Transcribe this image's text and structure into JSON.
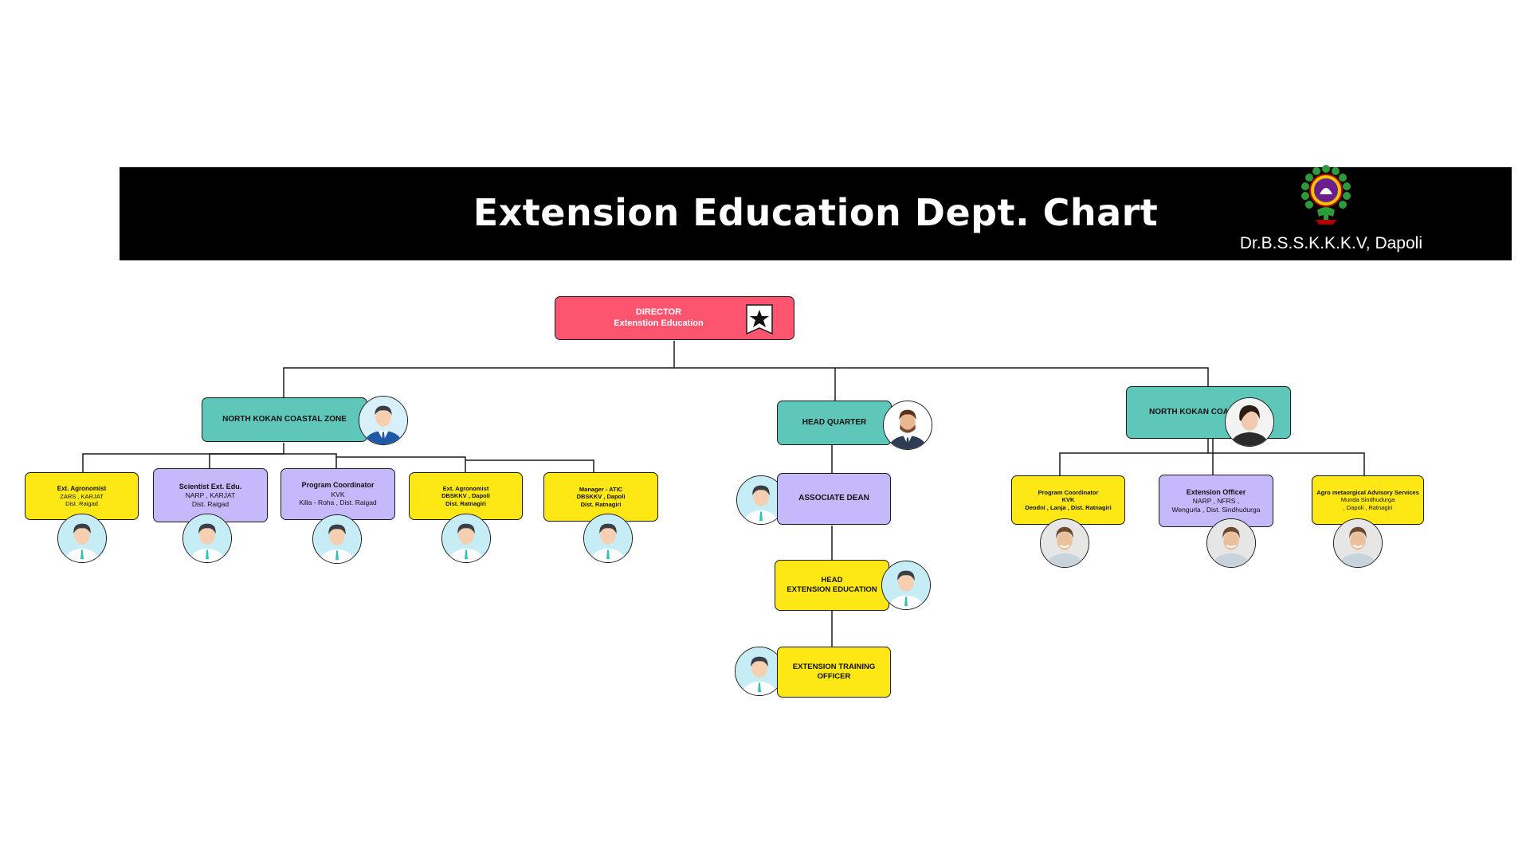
{
  "header": {
    "title": "Extension Education Dept. Chart",
    "subtitle": "Dr.B.S.S.K.K.K.V, Dapoli"
  },
  "colors": {
    "banner": "#000000",
    "director": "#fd5570",
    "zone": "#5ec7b9",
    "officer_yellow": "#fde815",
    "officer_purple": "#c5b8fb"
  },
  "director": {
    "title": "DIRECTOR",
    "dept": "Extenstion Education",
    "icon": "star-icon"
  },
  "left_zone": {
    "label": "NORTH KOKAN COASTAL ZONE",
    "members": [
      {
        "line1": "Ext. Agronomist",
        "line2": "ZARS , KARJAT",
        "line3": "Dist. Raigad"
      },
      {
        "line1": "Scientist Ext. Edu.",
        "line2": "NARP , KARJAT",
        "line3": "Dist. Raigad"
      },
      {
        "line1": "Program Coordinator",
        "line2": "KVK",
        "line3": "Killa - Roha , Dist. Raigad"
      },
      {
        "line1": "Ext. Agronomist",
        "line2": "DBSKKV , Dapoli",
        "line3": "Dist. Ratnagiri"
      },
      {
        "line1": "Manager  - ATIC",
        "line2": "DBSKKV , Dapoli",
        "line3": "Dist. Ratnagiri"
      }
    ]
  },
  "head_quarter": {
    "label": "HEAD QUARTER",
    "chain": [
      {
        "label": "ASSOCIATE DEAN"
      },
      {
        "line1": "HEAD",
        "line2": "EXTENSION EDUCATION"
      },
      {
        "line1": "EXTENSION TRAINING",
        "line2": "OFFICER"
      }
    ]
  },
  "right_zone": {
    "label": "NORTH KOKAN COA",
    "members": [
      {
        "line1": "Program Coordinator",
        "line2": "KVK",
        "line3": "Deodni , Lanja  , Dist. Ratnagiri"
      },
      {
        "line1": "Extension Officer",
        "line2": "NARP , NFRS ,",
        "line3": "Wengurla , Dist. Sindhudurga"
      },
      {
        "line1": "Agro metaorgical Advisory Services",
        "line2": "Munda  Sindhudurga",
        "line3": ", Dapoli , Ratnagiri"
      }
    ]
  }
}
